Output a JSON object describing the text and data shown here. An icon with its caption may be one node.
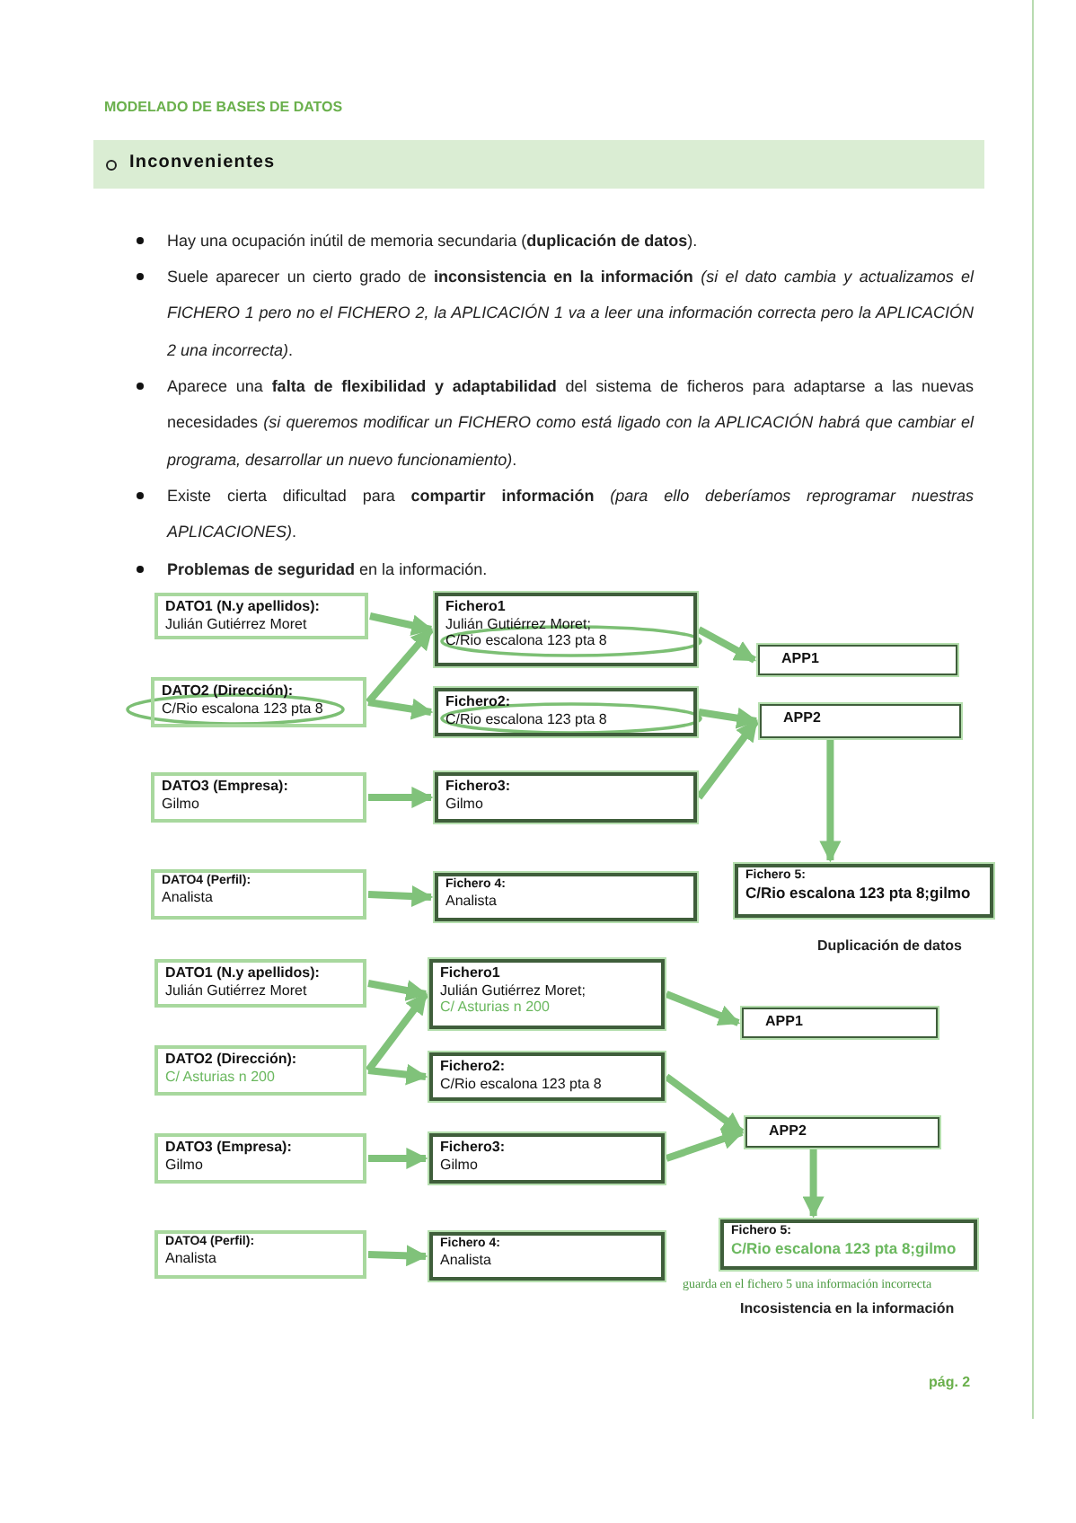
{
  "diagram": {
    "title": "MODELADO DE BASES DE DATOS",
    "nodes": [
      {
        "text": [
          "Inconvenientes"
        ]
      },
      {
        "text": [
          "DATO1 (N.y apellidos):",
          "Julián Gutiérrez Moret"
        ]
      },
      {
        "text": [
          "DATO2 (Dirección):",
          "C/Rio escalona 123 pta 8"
        ]
      },
      {
        "text": [
          "DATO3 (Empresa):",
          "Gilmo"
        ]
      },
      {
        "text": [
          "DATO4 (Perfil):",
          "Analista"
        ]
      },
      {
        "text": [
          "Fichero1",
          "Julián Gutiérrez Moret;",
          "C/Rio escalona 123 pta 8"
        ]
      },
      {
        "text": [
          "Fichero2:",
          "C/Rio escalona 123 pta 8"
        ]
      },
      {
        "text": [
          "Fichero3:",
          "Gilmo"
        ]
      },
      {
        "text": [
          "Fichero 4:",
          "Analista"
        ]
      },
      {
        "text": [
          "APP1"
        ]
      },
      {
        "text": [
          "APP2"
        ]
      },
      {
        "text": [
          "Fichero 5:",
          "C/Rio escalona 123 pta 8;gilmo"
        ]
      },
      {
        "text": [
          "DATO1 (N.y apellidos):",
          "Julián Gutiérrez Moret"
        ]
      },
      {
        "text": [
          "DATO2 (Dirección):",
          "C/ Asturias n 200"
        ]
      },
      {
        "text": [
          "DATO3 (Empresa):",
          "Gilmo"
        ]
      },
      {
        "text": [
          "DATO4 (Perfil):",
          "Analista"
        ]
      },
      {
        "text": [
          "Fichero1",
          "Julián Gutiérrez Moret;",
          "C/ Asturias n 200"
        ]
      },
      {
        "text": [
          "Fichero2:",
          "C/Rio escalona 123 pta 8"
        ]
      },
      {
        "text": [
          "Fichero3:",
          "Gilmo"
        ]
      },
      {
        "text": [
          "Fichero 4:",
          "Analista"
        ]
      },
      {
        "text": [
          "APP1"
        ]
      },
      {
        "text": [
          "APP2"
        ]
      },
      {
        "text": [
          "Fichero 5:",
          "C/Rio escalona 123 pta 8;gilmo"
        ]
      }
    ],
    "edges": [
      {
        "from": 1,
        "to": 5,
        "arrow": "to"
      },
      {
        "from": 2,
        "to": 5,
        "arrow": "to"
      },
      {
        "from": 2,
        "to": 6,
        "arrow": "to"
      },
      {
        "from": 3,
        "to": 7,
        "arrow": "to"
      },
      {
        "from": 4,
        "to": 8,
        "arrow": "to"
      },
      {
        "from": 5,
        "to": 9,
        "arrow": "to"
      },
      {
        "from": 6,
        "to": 10,
        "arrow": "to"
      },
      {
        "from": 7,
        "to": 10,
        "arrow": "to"
      },
      {
        "from": 10,
        "to": 11,
        "arrow": "to"
      },
      {
        "from": 12,
        "to": 16,
        "arrow": "to"
      },
      {
        "from": 13,
        "to": 16,
        "arrow": "to"
      },
      {
        "from": 13,
        "to": 17,
        "arrow": "to"
      },
      {
        "from": 14,
        "to": 18,
        "arrow": "to"
      },
      {
        "from": 15,
        "to": 19,
        "arrow": "to"
      },
      {
        "from": 16,
        "to": 20,
        "arrow": "to"
      },
      {
        "from": 17,
        "to": 21,
        "arrow": "to"
      },
      {
        "from": 18,
        "to": 21,
        "arrow": "to"
      },
      {
        "from": 21,
        "to": 22,
        "arrow": "to"
      }
    ],
    "labels": [
      "Hay una ocupación inútil de memoria secundaria (**duplicación de datos**).",
      "Suele aparecer un cierto grado de **inconsistencia en la información** *(si el dato cambia y actualizamos el FICHERO 1 pero no el FICHERO 2, la APLICACIÓN 1 va a leer una información correcta pero la APLICACIÓN 2 una incorrecta)*.",
      "Aparece una **falta de flexibilidad y adaptabilidad** del sistema de ficheros para adaptarse a las nuevas necesidades *(si queremos modificar un FICHERO como está ligado con la APLICACIÓN habrá que cambiar el programa, desarrollar un nuevo funcionamiento)*.",
      "Existe cierta dificultad para **compartir información** *(para ello deberíamos reprogramar nuestras APLICACIONES)*.",
      "**Problemas de seguridad** en la información.",
      "Duplicación de datos",
      "guarda en el fichero 5 una información incorrecta",
      "Incosistencia en la información",
      "pág. 2"
    ]
  }
}
